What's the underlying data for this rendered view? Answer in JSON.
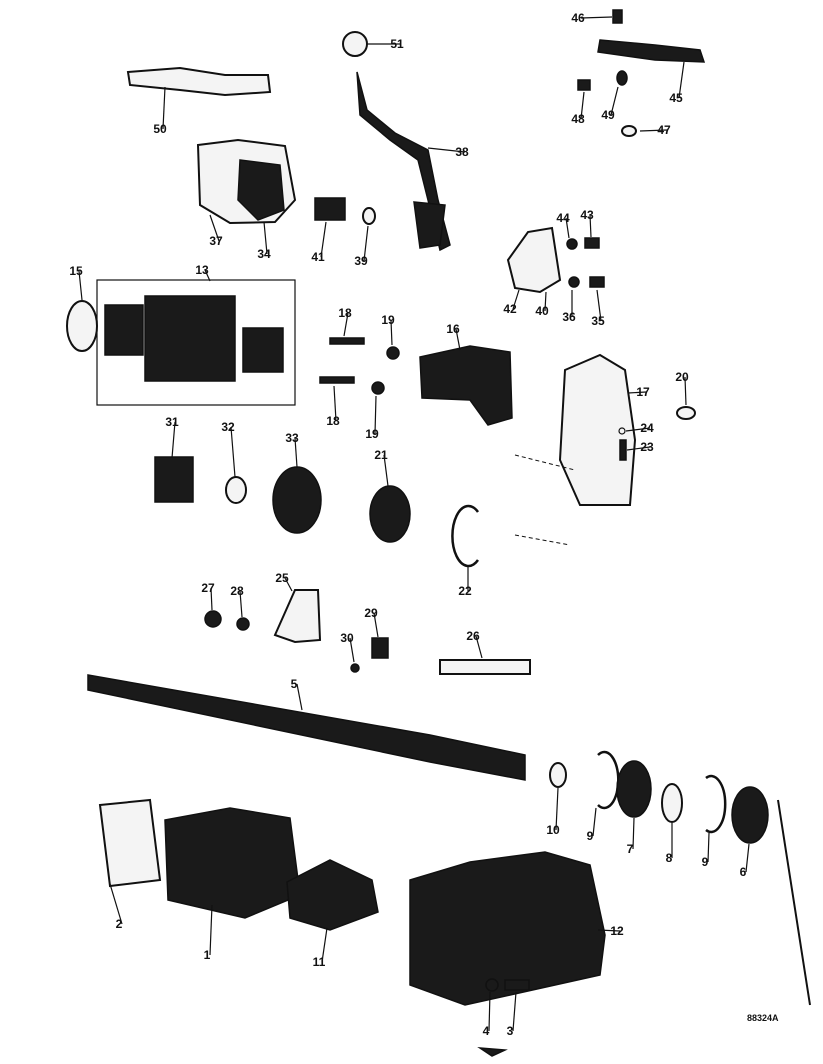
{
  "diagram": {
    "reference": "88324A",
    "parts": [
      {
        "id": "p46",
        "number": "46"
      },
      {
        "id": "p51",
        "number": "51"
      },
      {
        "id": "p45",
        "number": "45"
      },
      {
        "id": "p48",
        "number": "48"
      },
      {
        "id": "p49",
        "number": "49"
      },
      {
        "id": "p47",
        "number": "47"
      },
      {
        "id": "p50",
        "number": "50"
      },
      {
        "id": "p38",
        "number": "38"
      },
      {
        "id": "p37",
        "number": "37"
      },
      {
        "id": "p34",
        "number": "34"
      },
      {
        "id": "p41",
        "number": "41"
      },
      {
        "id": "p39",
        "number": "39"
      },
      {
        "id": "p44",
        "number": "44"
      },
      {
        "id": "p43",
        "number": "43"
      },
      {
        "id": "p42",
        "number": "42"
      },
      {
        "id": "p40",
        "number": "40"
      },
      {
        "id": "p36",
        "number": "36"
      },
      {
        "id": "p35",
        "number": "35"
      },
      {
        "id": "p15",
        "number": "15"
      },
      {
        "id": "p13",
        "number": "13"
      },
      {
        "id": "p18a",
        "number": "18"
      },
      {
        "id": "p19a",
        "number": "19"
      },
      {
        "id": "p16",
        "number": "16"
      },
      {
        "id": "p18b",
        "number": "18"
      },
      {
        "id": "p19b",
        "number": "19"
      },
      {
        "id": "p17",
        "number": "17"
      },
      {
        "id": "p20",
        "number": "20"
      },
      {
        "id": "p24",
        "number": "24"
      },
      {
        "id": "p23",
        "number": "23"
      },
      {
        "id": "p31",
        "number": "31"
      },
      {
        "id": "p32",
        "number": "32"
      },
      {
        "id": "p33",
        "number": "33"
      },
      {
        "id": "p21",
        "number": "21"
      },
      {
        "id": "p22",
        "number": "22"
      },
      {
        "id": "p27",
        "number": "27"
      },
      {
        "id": "p28",
        "number": "28"
      },
      {
        "id": "p25",
        "number": "25"
      },
      {
        "id": "p29",
        "number": "29"
      },
      {
        "id": "p30",
        "number": "30"
      },
      {
        "id": "p26",
        "number": "26"
      },
      {
        "id": "p5",
        "number": "5"
      },
      {
        "id": "p10",
        "number": "10"
      },
      {
        "id": "p9a",
        "number": "9"
      },
      {
        "id": "p7",
        "number": "7"
      },
      {
        "id": "p8",
        "number": "8"
      },
      {
        "id": "p9b",
        "number": "9"
      },
      {
        "id": "p6",
        "number": "6"
      },
      {
        "id": "p2",
        "number": "2"
      },
      {
        "id": "p1",
        "number": "1"
      },
      {
        "id": "p11",
        "number": "11"
      },
      {
        "id": "p12",
        "number": "12"
      },
      {
        "id": "p4",
        "number": "4"
      },
      {
        "id": "p3",
        "number": "3"
      }
    ]
  }
}
